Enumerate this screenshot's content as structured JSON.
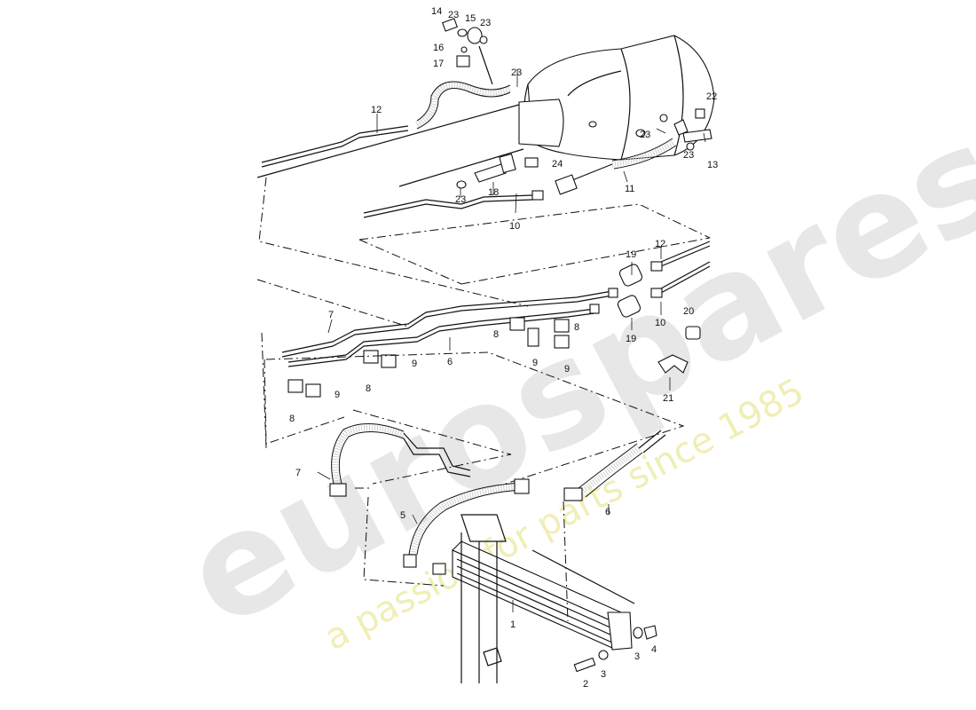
{
  "watermark": {
    "brand": "eurospares",
    "tagline": "a passion for parts since 1985"
  },
  "callouts": {
    "c1": "1",
    "c2": "2",
    "c3a": "3",
    "c3b": "3",
    "c4": "4",
    "c5": "5",
    "c6a": "6",
    "c6b": "6",
    "c7a": "7",
    "c7b": "7",
    "c8a": "8",
    "c8b": "8",
    "c8c": "8",
    "c8d": "8",
    "c9a": "9",
    "c9b": "9",
    "c9c": "9",
    "c9d": "9",
    "c10a": "10",
    "c10b": "10",
    "c11": "11",
    "c12a": "12",
    "c12b": "12",
    "c13": "13",
    "c14": "14",
    "c15": "15",
    "c16": "16",
    "c17": "17",
    "c18": "18",
    "c19a": "19",
    "c19b": "19",
    "c20": "20",
    "c21": "21",
    "c22": "22",
    "c23a": "23",
    "c23b": "23",
    "c23c": "23",
    "c23d": "23",
    "c23e": "23",
    "c23f": "23",
    "c24": "24"
  }
}
